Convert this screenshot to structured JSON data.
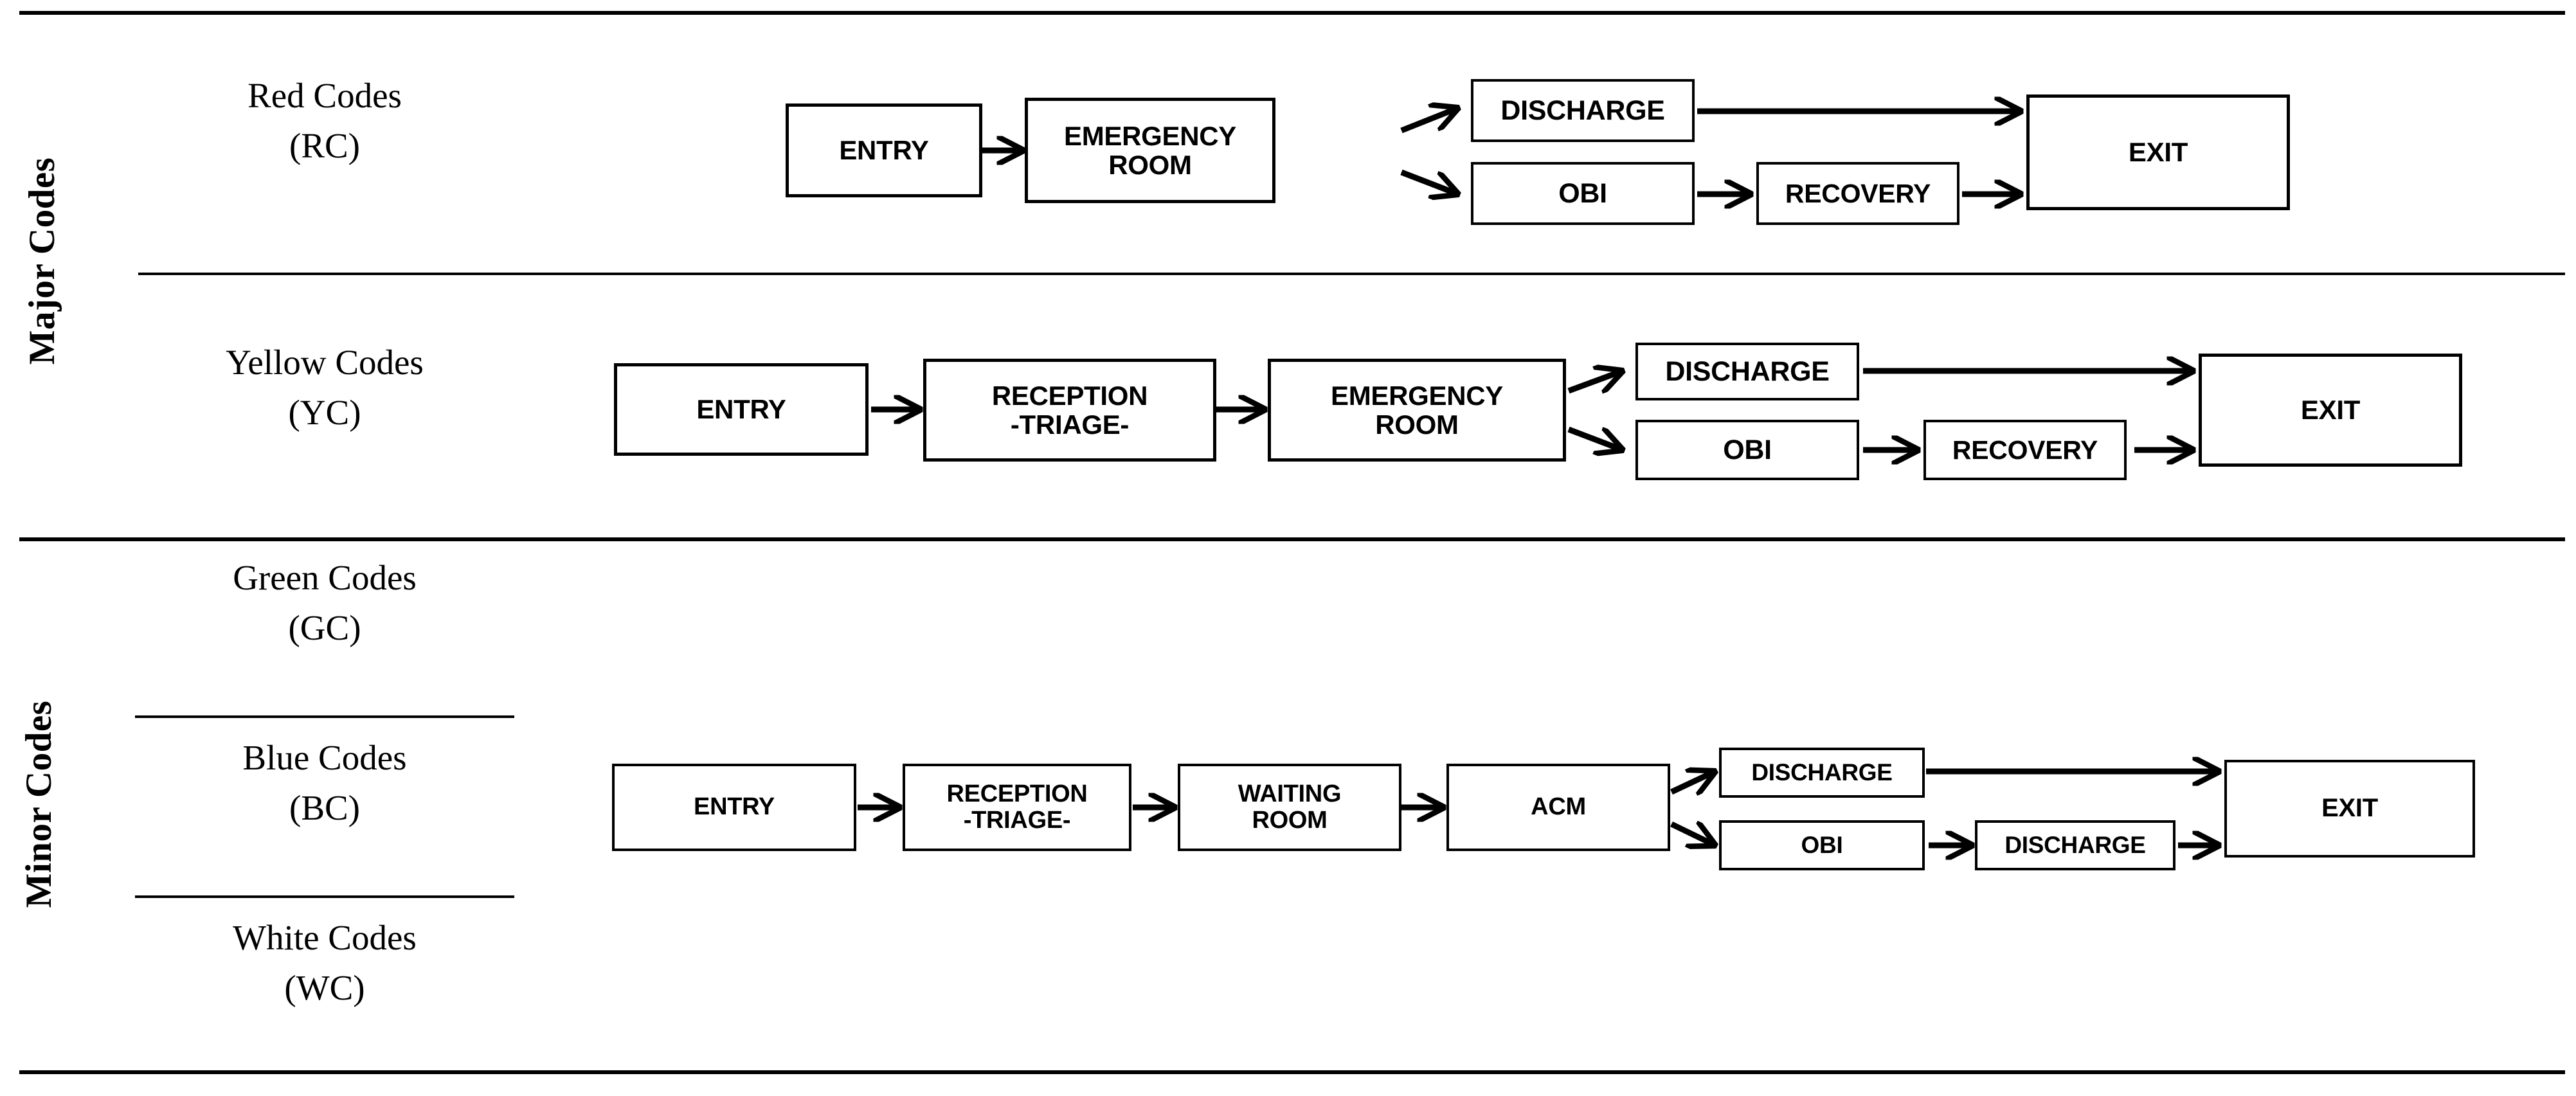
{
  "figure": {
    "kind": "patient-flow-table",
    "background": "#ffffff",
    "ink": "#000000"
  },
  "groups": [
    {
      "id": "major",
      "label": "Major Codes"
    },
    {
      "id": "minor",
      "label": "Minor Codes"
    }
  ],
  "rows": [
    {
      "id": "red",
      "group": "major",
      "code_name": "Red Codes",
      "code_abbr": "(RC)",
      "nodes": [
        {
          "id": "rc-entry",
          "label": "ENTRY"
        },
        {
          "id": "rc-er",
          "label": "EMERGENCY\nROOM",
          "line1": "EMERGENCY",
          "line2": "ROOM"
        },
        {
          "id": "rc-discharge",
          "label": "DISCHARGE"
        },
        {
          "id": "rc-obi",
          "label": "OBI"
        },
        {
          "id": "rc-recovery",
          "label": "RECOVERY"
        },
        {
          "id": "rc-exit",
          "label": "EXIT"
        }
      ],
      "edges": [
        {
          "from": "rc-entry",
          "to": "rc-er"
        },
        {
          "from": "rc-er",
          "to": "rc-discharge"
        },
        {
          "from": "rc-er",
          "to": "rc-obi"
        },
        {
          "from": "rc-discharge",
          "to": "rc-exit"
        },
        {
          "from": "rc-obi",
          "to": "rc-recovery"
        },
        {
          "from": "rc-recovery",
          "to": "rc-exit"
        }
      ]
    },
    {
      "id": "yellow",
      "group": "major",
      "code_name": "Yellow Codes",
      "code_abbr": "(YC)",
      "nodes": [
        {
          "id": "yc-entry",
          "label": "ENTRY"
        },
        {
          "id": "yc-triage",
          "label": "RECEPTION\n-TRIAGE-",
          "line1": "RECEPTION",
          "line2": "-TRIAGE-"
        },
        {
          "id": "yc-er",
          "label": "EMERGENCY\nROOM",
          "line1": "EMERGENCY",
          "line2": "ROOM"
        },
        {
          "id": "yc-discharge",
          "label": "DISCHARGE"
        },
        {
          "id": "yc-obi",
          "label": "OBI"
        },
        {
          "id": "yc-recovery",
          "label": "RECOVERY"
        },
        {
          "id": "yc-exit",
          "label": "EXIT"
        }
      ],
      "edges": [
        {
          "from": "yc-entry",
          "to": "yc-triage"
        },
        {
          "from": "yc-triage",
          "to": "yc-er"
        },
        {
          "from": "yc-er",
          "to": "yc-discharge"
        },
        {
          "from": "yc-er",
          "to": "yc-obi"
        },
        {
          "from": "yc-discharge",
          "to": "yc-exit"
        },
        {
          "from": "yc-obi",
          "to": "yc-recovery"
        },
        {
          "from": "yc-recovery",
          "to": "yc-exit"
        }
      ]
    },
    {
      "id": "minor-flow",
      "group": "minor",
      "sub_rows": [
        {
          "id": "green",
          "code_name": "Green Codes",
          "code_abbr": "(GC)"
        },
        {
          "id": "blue",
          "code_name": "Blue Codes",
          "code_abbr": "(BC)"
        },
        {
          "id": "white",
          "code_name": "White Codes",
          "code_abbr": "(WC)"
        }
      ],
      "nodes": [
        {
          "id": "mc-entry",
          "label": "ENTRY"
        },
        {
          "id": "mc-triage",
          "label": "RECEPTION\n-TRIAGE-",
          "line1": "RECEPTION",
          "line2": "-TRIAGE-"
        },
        {
          "id": "mc-waiting",
          "label": "WAITING\nROOM",
          "line1": "WAITING",
          "line2": "ROOM"
        },
        {
          "id": "mc-acm",
          "label": "ACM"
        },
        {
          "id": "mc-discharge1",
          "label": "DISCHARGE"
        },
        {
          "id": "mc-obi",
          "label": "OBI"
        },
        {
          "id": "mc-discharge2",
          "label": "DISCHARGE"
        },
        {
          "id": "mc-exit",
          "label": "EXIT"
        }
      ],
      "edges": [
        {
          "from": "mc-entry",
          "to": "mc-triage"
        },
        {
          "from": "mc-triage",
          "to": "mc-waiting"
        },
        {
          "from": "mc-waiting",
          "to": "mc-acm"
        },
        {
          "from": "mc-acm",
          "to": "mc-discharge1"
        },
        {
          "from": "mc-acm",
          "to": "mc-obi"
        },
        {
          "from": "mc-discharge1",
          "to": "mc-exit"
        },
        {
          "from": "mc-obi",
          "to": "mc-discharge2"
        },
        {
          "from": "mc-discharge2",
          "to": "mc-exit"
        }
      ]
    }
  ]
}
